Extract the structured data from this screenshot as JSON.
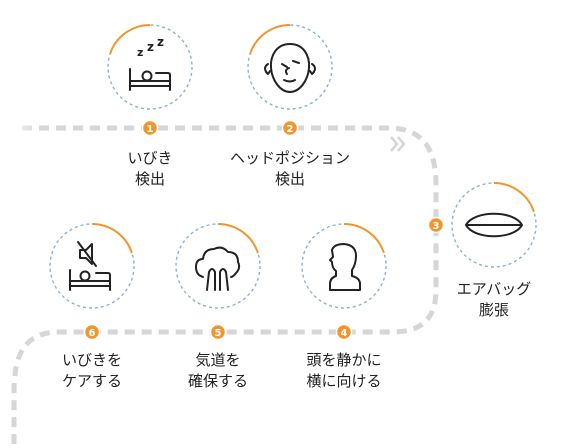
{
  "colors": {
    "accent": "#f0962d",
    "path": "#d6d6d6",
    "ring_dash": "#8fb1c9",
    "icon": "#222222",
    "badge_text": "#ffffff"
  },
  "steps": [
    {
      "number": "1",
      "icon": "sleeping-person-icon",
      "label_lines": [
        "いびき",
        "検出"
      ]
    },
    {
      "number": "2",
      "icon": "head-turn-icon",
      "label_lines": [
        "ヘッドポジション",
        "検出"
      ]
    },
    {
      "number": "3",
      "icon": "air-bag-icon",
      "label_lines": [
        "エアバッグ",
        "膨張"
      ]
    },
    {
      "number": "4",
      "icon": "head-profile-icon",
      "label_lines": [
        "頭を静かに",
        "横に向ける"
      ]
    },
    {
      "number": "5",
      "icon": "airway-icon",
      "label_lines": [
        "気道を",
        "確保する"
      ]
    },
    {
      "number": "6",
      "icon": "mute-sleeping-icon",
      "label_lines": [
        "いびきを",
        "ケアする"
      ]
    }
  ]
}
